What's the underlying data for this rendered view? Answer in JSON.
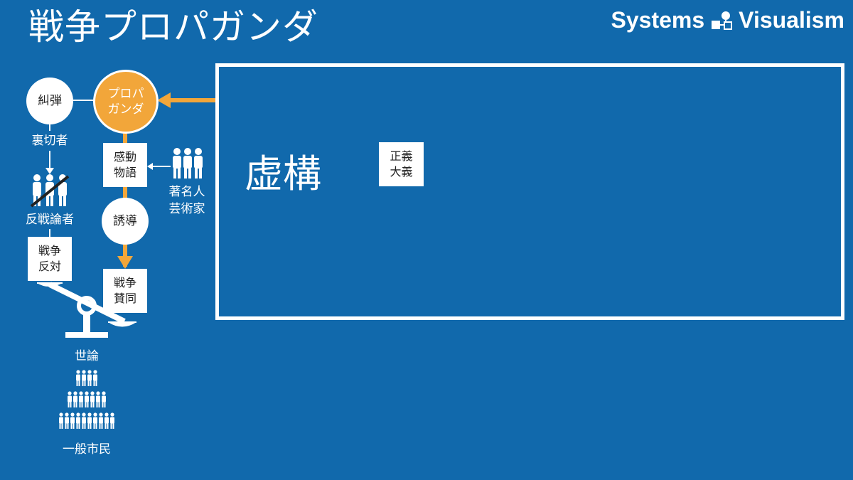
{
  "title": "戦争プロパガンダ",
  "brand": {
    "left": "Systems",
    "right": "Visualism"
  },
  "nodes": {
    "kyudan": "糾弾",
    "propaganda": "プロパ\nガンダ",
    "propaganda_l1": "プロパ",
    "propaganda_l2": "ガンダ",
    "uragirimono": "裏切者",
    "kando_l1": "感動",
    "kando_l2": "物語",
    "celebs_l1": "著名人",
    "celebs_l2": "芸術家",
    "hansen": "反戦論者",
    "yudo": "誘導",
    "sensou_hantai_l1": "戦争",
    "sensou_hantai_l2": "反対",
    "sensou_sando_l1": "戦争",
    "sensou_sando_l2": "賛同",
    "yoron": "世論",
    "ippan": "一般市民"
  },
  "fiction": {
    "label": "虚構",
    "tag_l1": "正義",
    "tag_l2": "大義"
  },
  "colors": {
    "background": "#1169AC",
    "accent": "#F2A63A",
    "white": "#FFFFFF"
  },
  "icons": [
    "people-group-icon",
    "crossed-people-icon",
    "balance-scale-icon",
    "crowd-pyramid-icon",
    "systems-logo-icon"
  ]
}
